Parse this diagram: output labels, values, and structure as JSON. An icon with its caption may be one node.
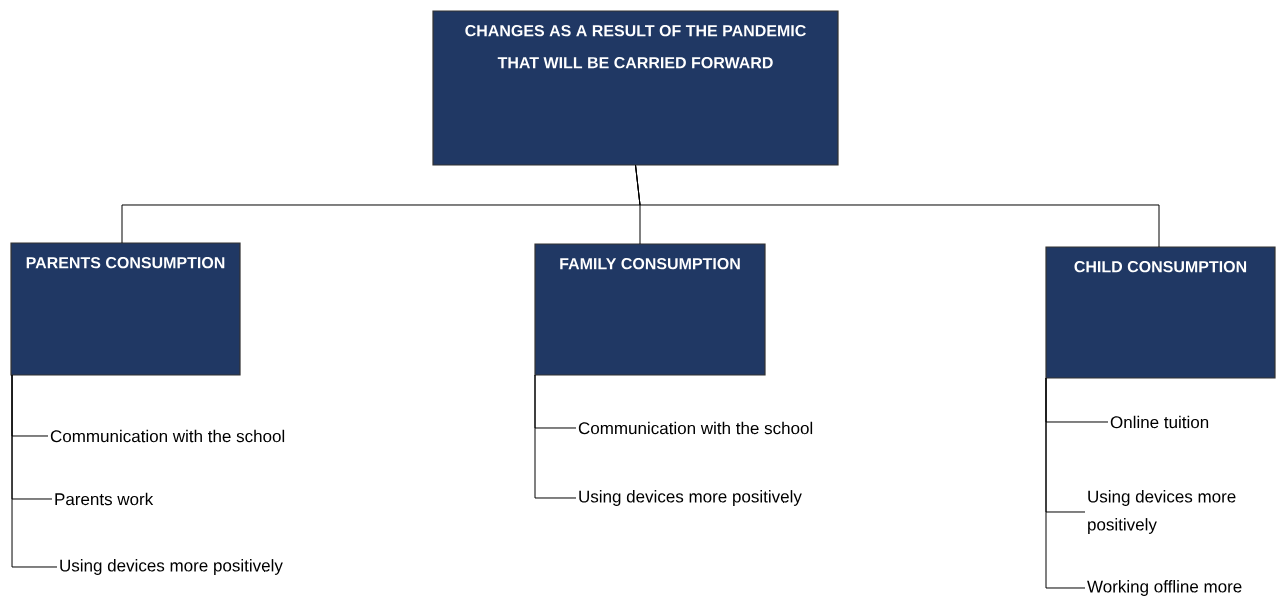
{
  "diagram": {
    "nodes": [
      {
        "text": [
          "CHANGES AS A RESULT OF THE PANDEMIC THAT WILL BE CARRIED FORWARD"
        ]
      },
      {
        "text": [
          "PARENTS CONSUMPTION"
        ]
      },
      {
        "text": [
          "FAMILY CONSUMPTION"
        ]
      },
      {
        "text": [
          "CHILD CONSUMPTION"
        ]
      },
      {
        "text": [
          "Communication with the school"
        ]
      },
      {
        "text": [
          "Parents work"
        ]
      },
      {
        "text": [
          "Using devices more positively"
        ]
      },
      {
        "text": [
          "Communication with the school"
        ]
      },
      {
        "text": [
          "Using devices more positively"
        ]
      },
      {
        "text": [
          "Online tuition"
        ]
      },
      {
        "text": [
          "Using devices more positively"
        ]
      },
      {
        "text": [
          "Working offline more"
        ]
      }
    ],
    "edges": [
      {
        "from": 0,
        "to": 1,
        "arrow": "none"
      },
      {
        "from": 0,
        "to": 2,
        "arrow": "none"
      },
      {
        "from": 0,
        "to": 3,
        "arrow": "none"
      },
      {
        "from": 1,
        "to": 4,
        "arrow": "none"
      },
      {
        "from": 1,
        "to": 5,
        "arrow": "none"
      },
      {
        "from": 1,
        "to": 6,
        "arrow": "none"
      },
      {
        "from": 2,
        "to": 7,
        "arrow": "none"
      },
      {
        "from": 2,
        "to": 8,
        "arrow": "none"
      },
      {
        "from": 3,
        "to": 9,
        "arrow": "none"
      },
      {
        "from": 3,
        "to": 10,
        "arrow": "none"
      },
      {
        "from": 3,
        "to": 11,
        "arrow": "none"
      }
    ]
  }
}
